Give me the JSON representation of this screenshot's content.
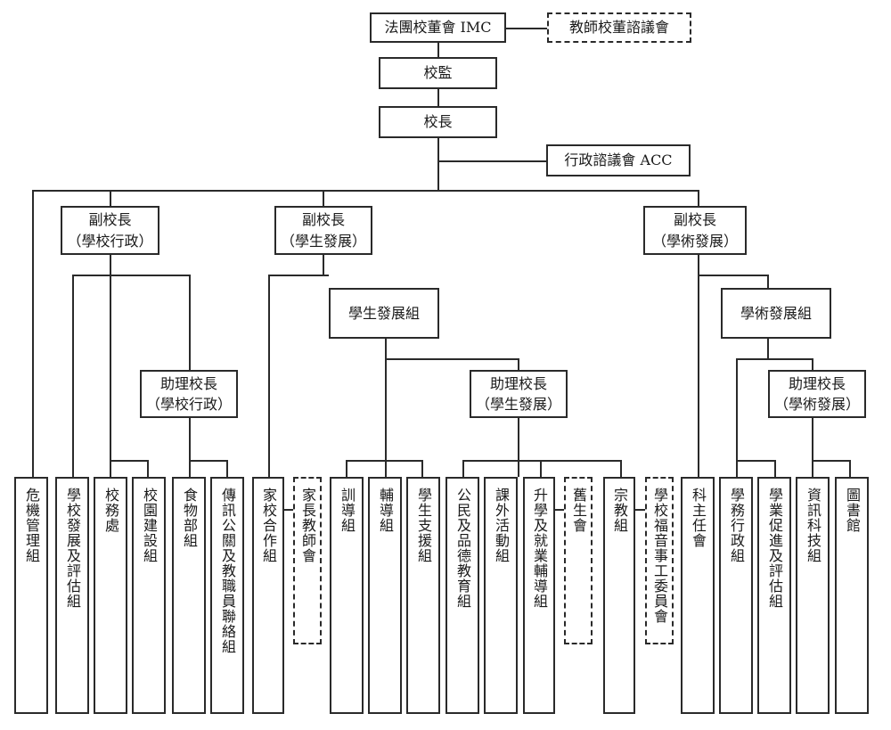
{
  "imc": "法團校董會 IMC",
  "teachers_council": "教師校董諮議會",
  "supervisor": "校監",
  "principal": "校長",
  "acc": "行政諮議會 ACC",
  "vp_admin": {
    "title": "副校長",
    "sub": "（學校行政）"
  },
  "vp_student": {
    "title": "副校長",
    "sub": "（學生發展）"
  },
  "vp_academic": {
    "title": "副校長",
    "sub": "（學術發展）"
  },
  "student_dev_team": "學生發展組",
  "academic_dev_team": "學術發展組",
  "ap_admin": {
    "title": "助理校長",
    "sub": "（學校行政）"
  },
  "ap_student": {
    "title": "助理校長",
    "sub": "（學生發展）"
  },
  "ap_academic": {
    "title": "助理校長",
    "sub": "（學術發展）"
  },
  "units": {
    "crisis": "危機管理組",
    "school_dev": "學校發展及評估組",
    "school_affairs": "校務處",
    "campus_build": "校園建設組",
    "catering": "食物部組",
    "comms": "傳訊公關及教職員聯絡組",
    "home_school": "家校合作組",
    "pta": "家長教師會",
    "discipline": "訓導組",
    "counselling": "輔導組",
    "student_support": "學生支援組",
    "civic": "公民及品德教育組",
    "eca": "課外活動組",
    "careers": "升學及就業輔導組",
    "alumni": "舊生會",
    "religious": "宗教組",
    "gospel": "學校福音事工委員會",
    "panel": "科主任會",
    "academic_admin": "學務行政組",
    "academic_promo": "學業促進及評估組",
    "it": "資訊科技組",
    "library": "圖書館"
  }
}
